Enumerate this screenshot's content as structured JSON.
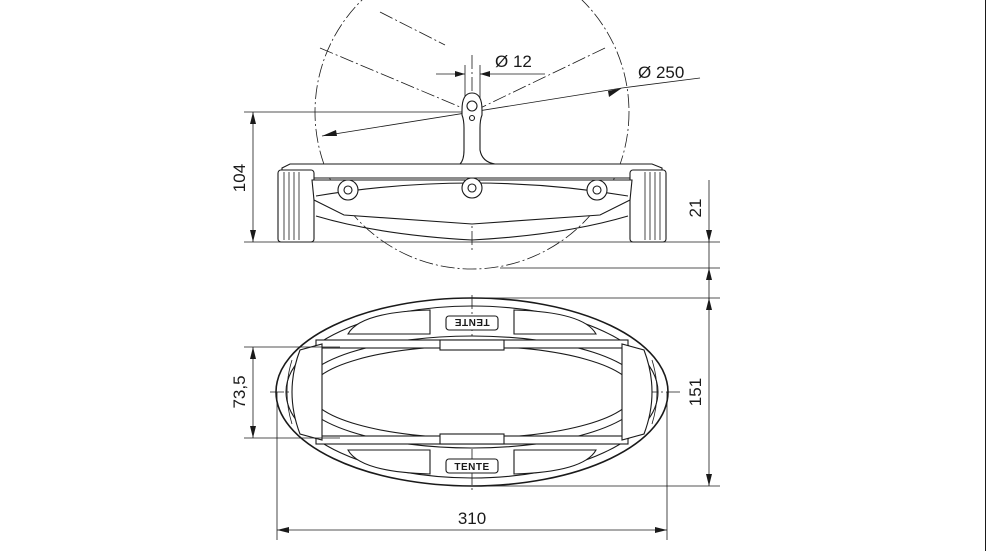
{
  "dimensions": {
    "pin_diameter": "Ø 12",
    "wheel_diameter": "Ø 250",
    "height": "104",
    "clearance": "21",
    "inner_width": "73,5",
    "total_width": "151",
    "length": "310"
  },
  "brand": {
    "top": "TENTE",
    "bottom": "TENTE"
  }
}
